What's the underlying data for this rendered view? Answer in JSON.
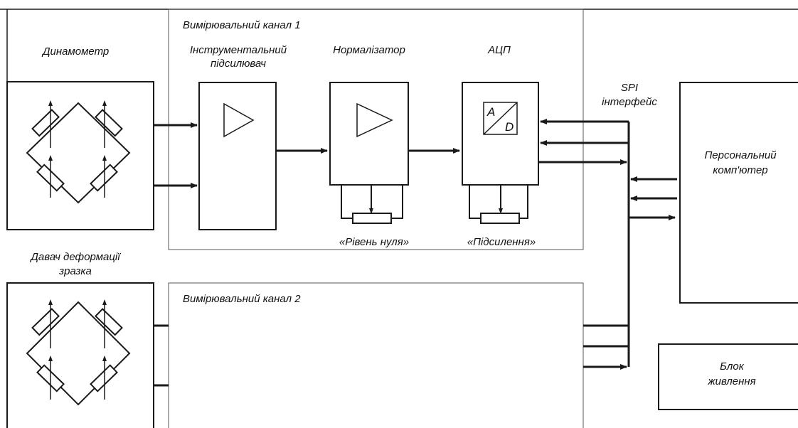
{
  "channel1": {
    "title": "Вимірювальний канал 1"
  },
  "channel2": {
    "title": "Вимірювальний канал 2"
  },
  "dynamometer": {
    "label": "Динамометр"
  },
  "strain_sensor": {
    "label_line1": "Давач деформації",
    "label_line2": "зразка"
  },
  "instr_amp": {
    "label_line1": "Інструментальний",
    "label_line2": "підсилювач"
  },
  "normalizer": {
    "label": "Нормалізатор"
  },
  "adc": {
    "label": "АЦП",
    "glyph_a": "A",
    "glyph_d": "D"
  },
  "zero_level": {
    "label": "«Рівень нуля»"
  },
  "gain": {
    "label": "«Підсилення»"
  },
  "spi": {
    "label_line1": "SPI",
    "label_line2": "інтерфейс"
  },
  "pc": {
    "label_line1": "Персональний",
    "label_line2": "комп'ютер"
  },
  "power": {
    "label_line1": "Блок",
    "label_line2": "живлення"
  }
}
